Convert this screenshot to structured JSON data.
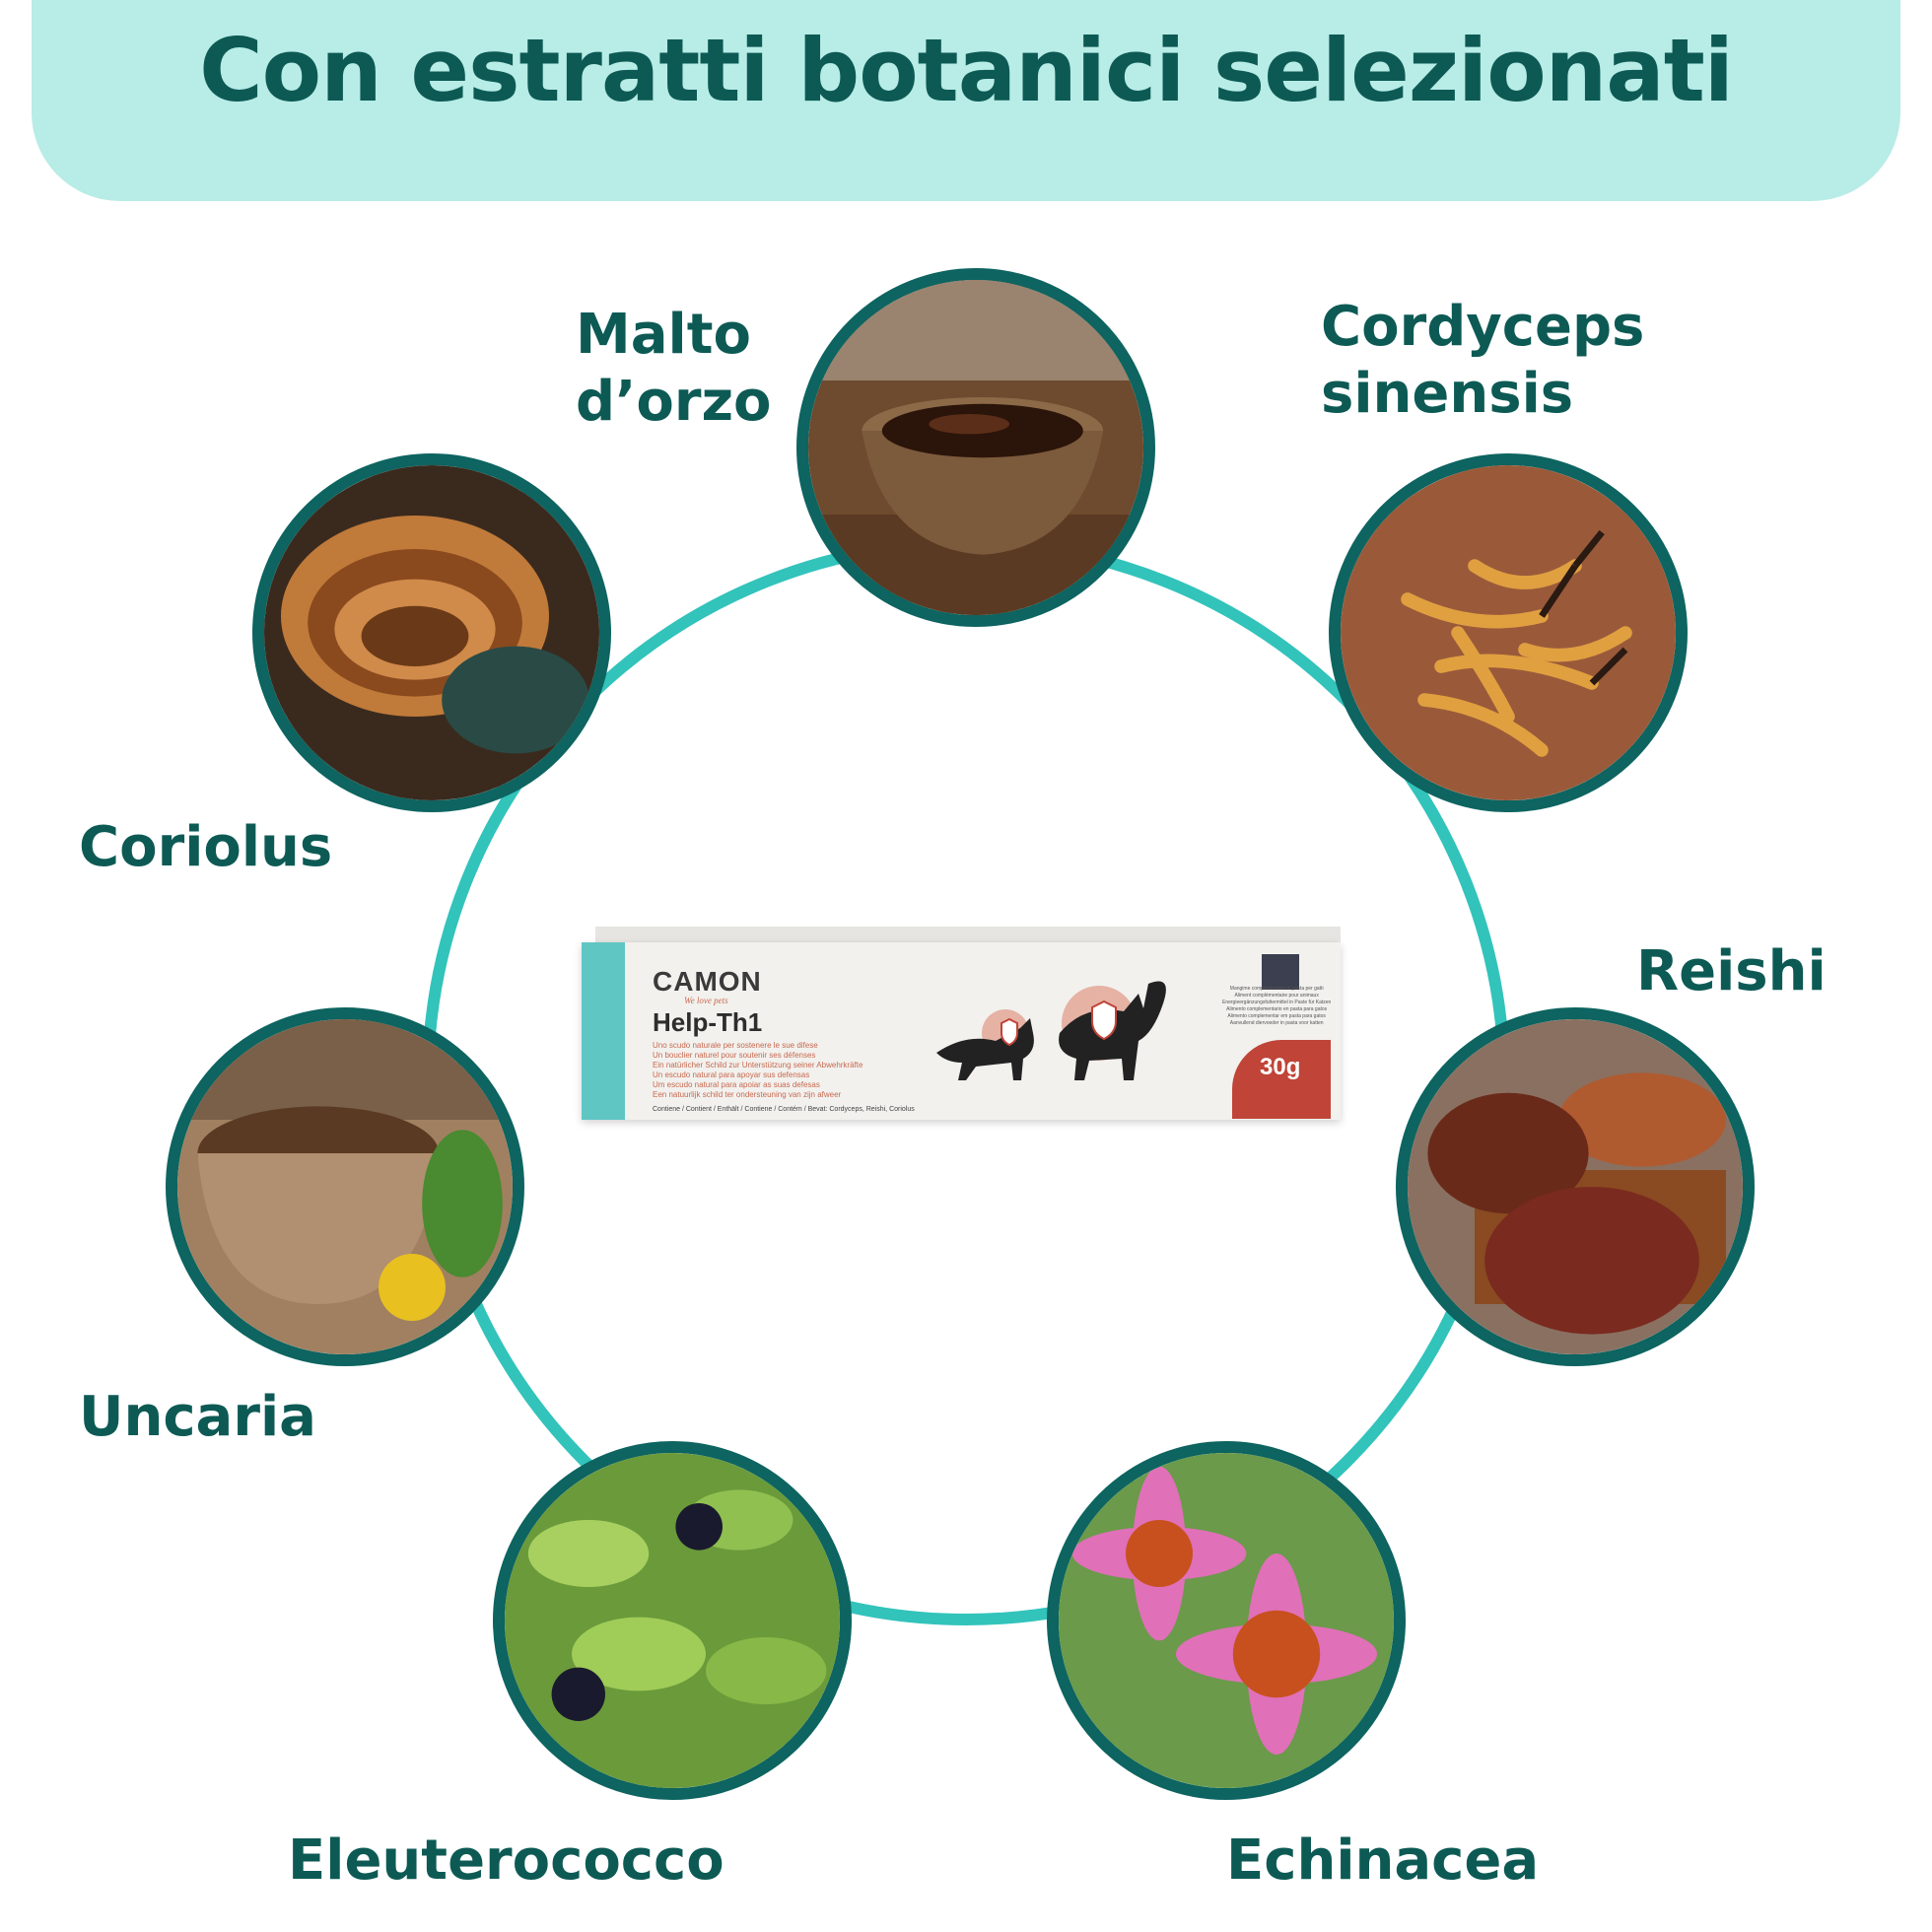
{
  "header": {
    "title": "Con estratti botanici selezionati"
  },
  "ingredients": [
    {
      "label": "Malto\nd’orzo"
    },
    {
      "label": "Cordyceps\nsinensis"
    },
    {
      "label": "Coriolus"
    },
    {
      "label": "Reishi"
    },
    {
      "label": "Uncaria"
    },
    {
      "label": "Eleuterococco"
    },
    {
      "label": "Echinacea"
    }
  ],
  "product": {
    "brand": "CAMON",
    "tagline": "We love pets",
    "name": "Help-Th1",
    "claims": "Uno scudo naturale per sostenere le sue difese\nUn bouclier naturel pour soutenir ses défenses\nEin natürlicher Schild zur Unterstützung seiner Abwehrkräfte\nUn escudo natural para apoyar sus defensas\nUm escudo natural para apoiar as suas defesas\nEen natuurlijk schild ter ondersteuning van zijn afweer",
    "ingredients_line": "Contiene / Contient / Enthält / Contiene / Contém / Bevat: Cordyceps, Reishi, Coriolus",
    "info": "Mangime complementare in pasta per gatti\nAliment complémentaire pour animaux\nEnergieergänzungsfuttermittel in Paste für Katzen\nAlimento complementario en pasta para gatos\nAlimento complementar em pasta para gatos\nAanvullend diervoeder in pasta voor katten",
    "weight": "30g",
    "colors": {
      "stripe": "#5fc6c4",
      "accent": "#c04438"
    }
  },
  "colors": {
    "title": "#0d5a55",
    "banner": "#b8ece6",
    "ring": "#32c3bb",
    "photo_border": "#0d6460"
  }
}
